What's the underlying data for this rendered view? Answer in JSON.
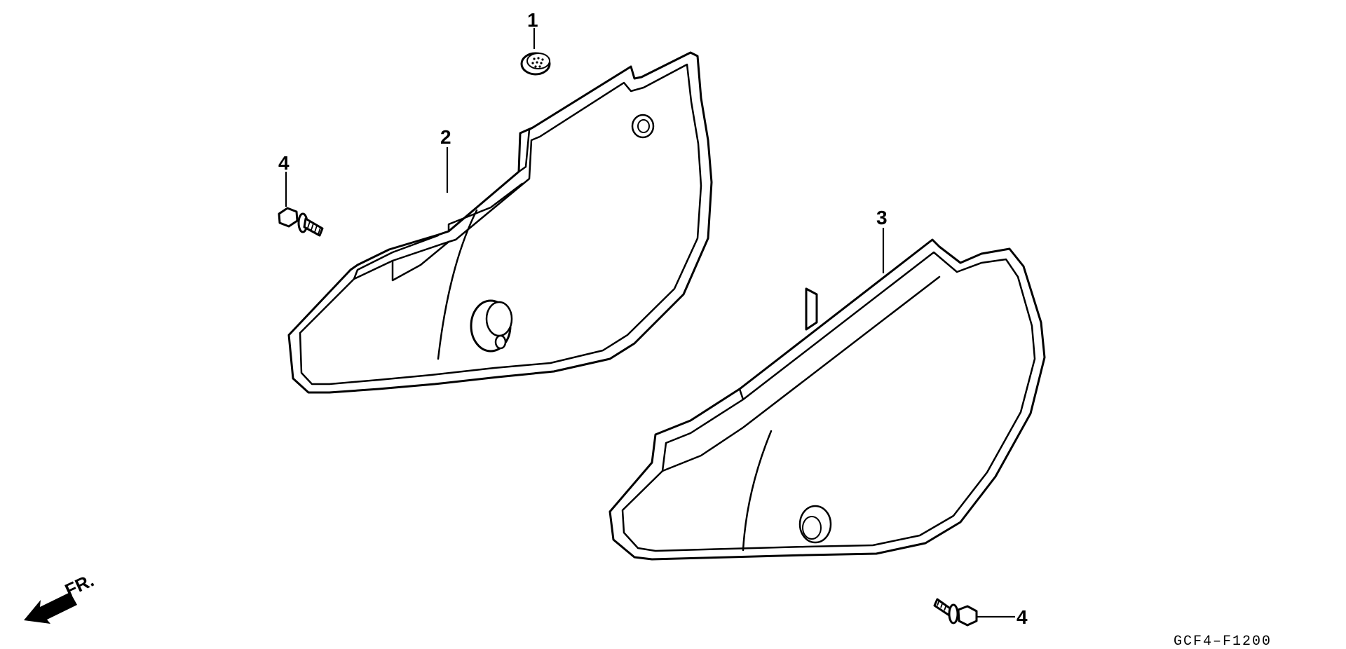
{
  "callouts": {
    "c1": "1",
    "c2": "2",
    "c3": "3",
    "c4_left": "4",
    "c4_right": "4"
  },
  "direction": {
    "label": "FR."
  },
  "drawing_code": "GCF4–F1200"
}
